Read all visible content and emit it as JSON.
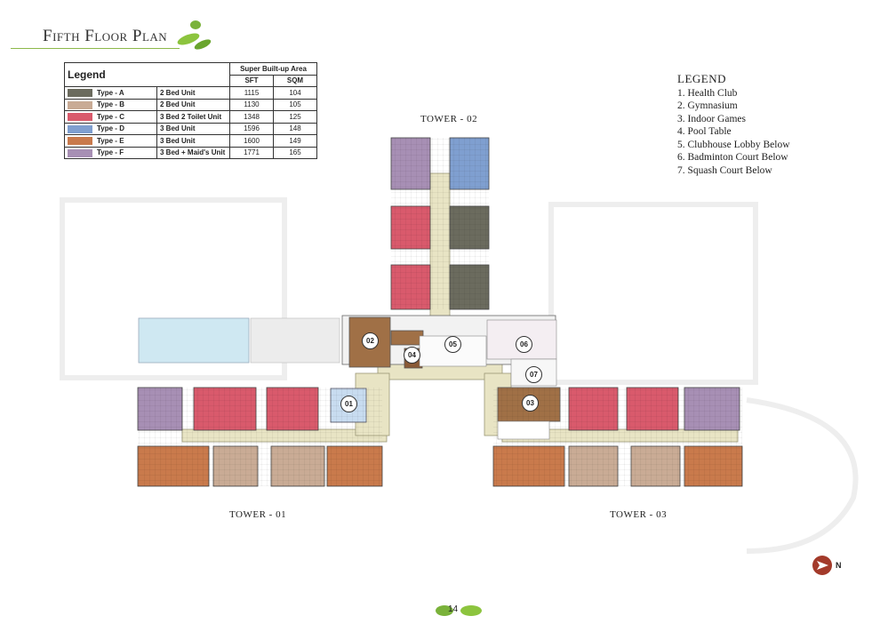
{
  "header": {
    "title": "Fifth Floor Plan"
  },
  "unit_legend": {
    "title": "Legend",
    "area_header": "Super Built-up Area",
    "col_sft": "SFT",
    "col_sqm": "SQM",
    "rows": [
      {
        "type": "Type - A",
        "desc": "2 Bed Unit",
        "sft": "1115",
        "sqm": "104",
        "color": "#6b6b5e"
      },
      {
        "type": "Type - B",
        "desc": "2 Bed Unit",
        "sft": "1130",
        "sqm": "105",
        "color": "#c9ab95"
      },
      {
        "type": "Type - C",
        "desc": "3 Bed 2 Toilet Unit",
        "sft": "1348",
        "sqm": "125",
        "color": "#d95a6c"
      },
      {
        "type": "Type - D",
        "desc": "3 Bed Unit",
        "sft": "1596",
        "sqm": "148",
        "color": "#7f9fd0"
      },
      {
        "type": "Type - E",
        "desc": "3 Bed Unit",
        "sft": "1600",
        "sqm": "149",
        "color": "#c97a4c"
      },
      {
        "type": "Type - F",
        "desc": "3 Bed + Maid's Unit",
        "sft": "1771",
        "sqm": "165",
        "color": "#a78fb4"
      }
    ]
  },
  "amenity_legend": {
    "title": "LEGEND",
    "items": [
      "1.  Health Club",
      "2.  Gymnasium",
      "3.  Indoor Games",
      "4.  Pool Table",
      "5.  Clubhouse Lobby Below",
      "6.  Badminton Court Below",
      "7.  Squash Court Below"
    ]
  },
  "plan": {
    "tower_02": "TOWER - 02",
    "tower_01": "TOWER - 01",
    "tower_03": "TOWER - 03",
    "markers": [
      "01",
      "02",
      "03",
      "04",
      "05",
      "06",
      "07"
    ]
  },
  "compass": {
    "label": "N"
  },
  "footer": {
    "page_number": "14"
  },
  "colors": {
    "accent_green": "#8cb84a",
    "corridor": "#e8e4c4",
    "compass": "#a33a2a"
  }
}
